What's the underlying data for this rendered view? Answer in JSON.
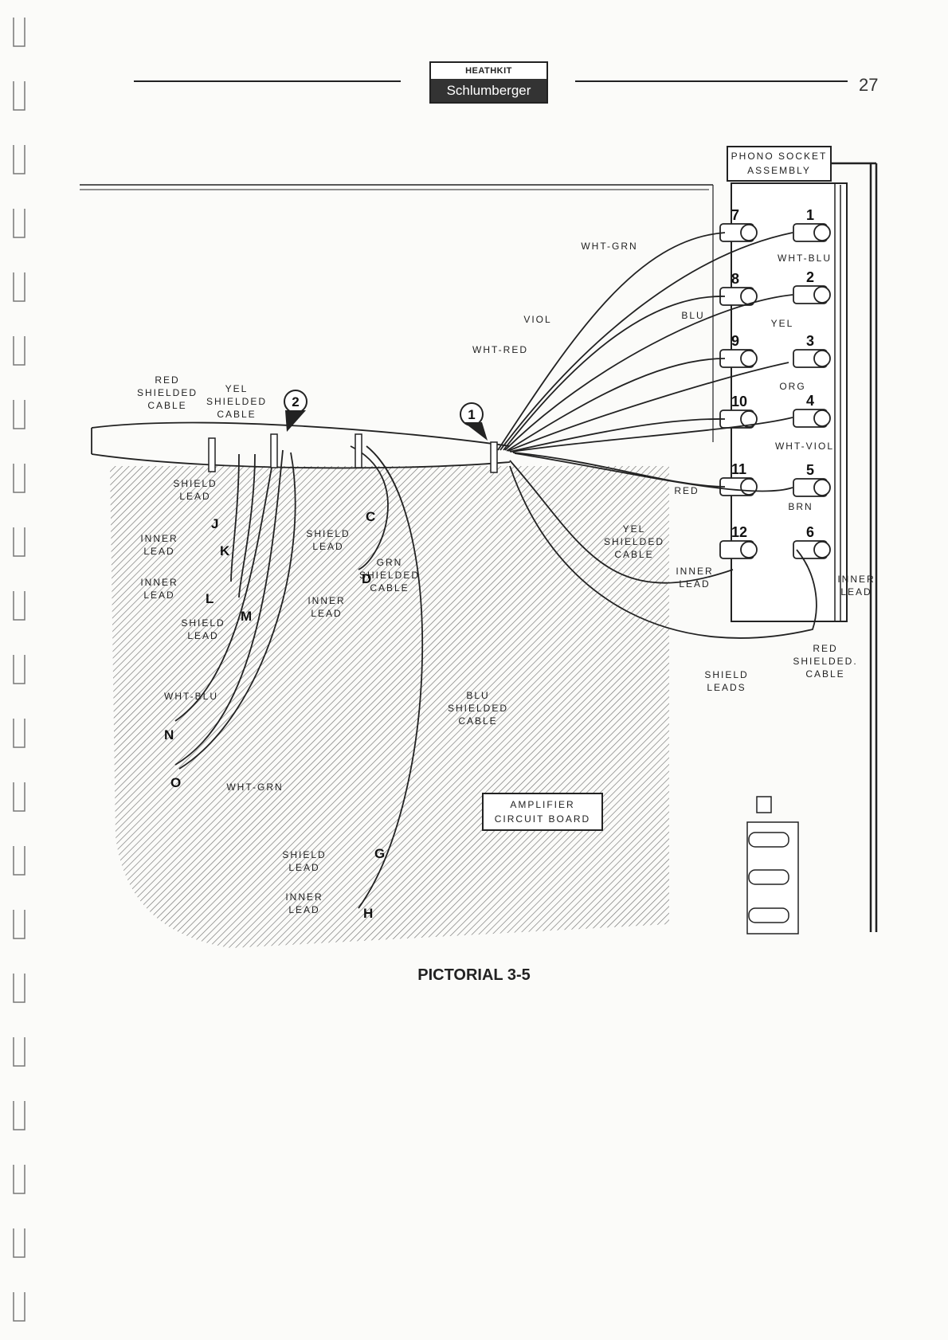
{
  "header": {
    "brand_top": "HEATHKIT",
    "brand_bottom": "Schlumberger",
    "page_number": "27"
  },
  "diagram": {
    "phono_socket_label": [
      "PHONO SOCKET",
      "ASSEMBLY"
    ],
    "amplifier_label": [
      "AMPLIFIER",
      "CIRCUIT BOARD"
    ],
    "callout_1": "1",
    "callout_2": "2",
    "socket_numbers": [
      "1",
      "2",
      "3",
      "4",
      "5",
      "6",
      "7",
      "8",
      "9",
      "10",
      "11",
      "12"
    ],
    "wire_labels": {
      "wht_grn_top": "WHT-GRN",
      "wht_blu_top": "WHT-BLU",
      "blu": "BLU",
      "yel": "YEL",
      "viol": "VIOL",
      "wht_red": "WHT-RED",
      "org": "ORG",
      "wht_viol": "WHT-VIOL",
      "red": "RED",
      "brn": "BRN",
      "wht_blu_left": "WHT-BLU",
      "wht_grn_left": "WHT-GRN"
    },
    "cable_labels": {
      "red_shielded": [
        "RED",
        "SHIELDED",
        "CABLE"
      ],
      "yel_shielded": [
        "YEL",
        "SHIELDED",
        "CABLE"
      ],
      "yel_shielded_right": [
        "YEL",
        "SHIELDED",
        "CABLE"
      ],
      "grn_shielded": [
        "GRN",
        "SHIELDED",
        "CABLE"
      ],
      "blu_shielded": [
        "BLU",
        "SHIELDED",
        "CABLE"
      ],
      "red_shielded_right": [
        "RED",
        "SHIELDED.",
        "CABLE"
      ]
    },
    "lead_labels": {
      "shield_lead_jk": [
        "SHIELD",
        "LEAD"
      ],
      "inner_lead_jk": [
        "INNER",
        "LEAD"
      ],
      "inner_lead_lm": [
        "INNER",
        "LEAD"
      ],
      "shield_lead_lm": [
        "SHIELD",
        "LEAD"
      ],
      "shield_lead_cd": [
        "SHIELD",
        "LEAD"
      ],
      "inner_lead_cd": [
        "INNER",
        "LEAD"
      ],
      "shield_lead_gh": [
        "SHIELD",
        "LEAD"
      ],
      "inner_lead_gh": [
        "INNER",
        "LEAD"
      ],
      "inner_lead_12": [
        "INNER",
        "LEAD"
      ],
      "inner_lead_6": [
        "INNER",
        "LEAD"
      ],
      "shield_leads": [
        "SHIELD",
        "LEADS"
      ]
    },
    "lug_letters": [
      "J",
      "K",
      "L",
      "M",
      "C",
      "D",
      "N",
      "O",
      "G",
      "H"
    ]
  },
  "caption": "PICTORIAL 3-5"
}
